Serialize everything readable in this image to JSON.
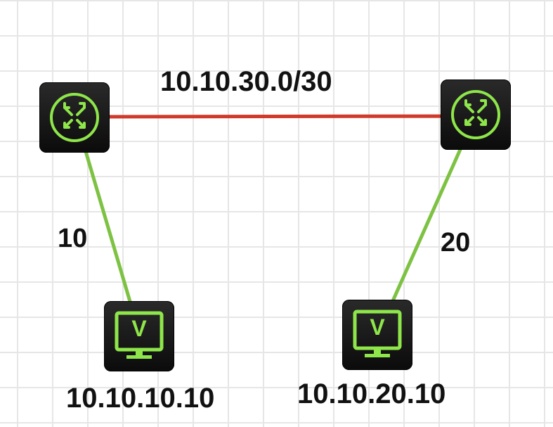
{
  "colors": {
    "background": "#ffffff",
    "grid": "#e6e6e6",
    "router_link": "#d03a2a",
    "access_link": "#7dc242",
    "device_body": "#151515",
    "device_accent": "#8ee64a"
  },
  "nodes": [
    {
      "id": "router-left",
      "type": "router",
      "icon": "router-icon"
    },
    {
      "id": "router-right",
      "type": "router",
      "icon": "router-icon"
    },
    {
      "id": "pc-left",
      "type": "pc",
      "icon": "vpc-monitor-icon",
      "glyph": "V",
      "label": "10.10.10.10"
    },
    {
      "id": "pc-right",
      "type": "pc",
      "icon": "vpc-monitor-icon",
      "glyph": "V",
      "label": "10.10.20.10"
    }
  ],
  "links": [
    {
      "from": "router-left",
      "to": "router-right",
      "label": "10.10.30.0/30"
    },
    {
      "from": "router-left",
      "to": "pc-left",
      "label": "10"
    },
    {
      "from": "router-right",
      "to": "pc-right",
      "label": "20"
    }
  ]
}
